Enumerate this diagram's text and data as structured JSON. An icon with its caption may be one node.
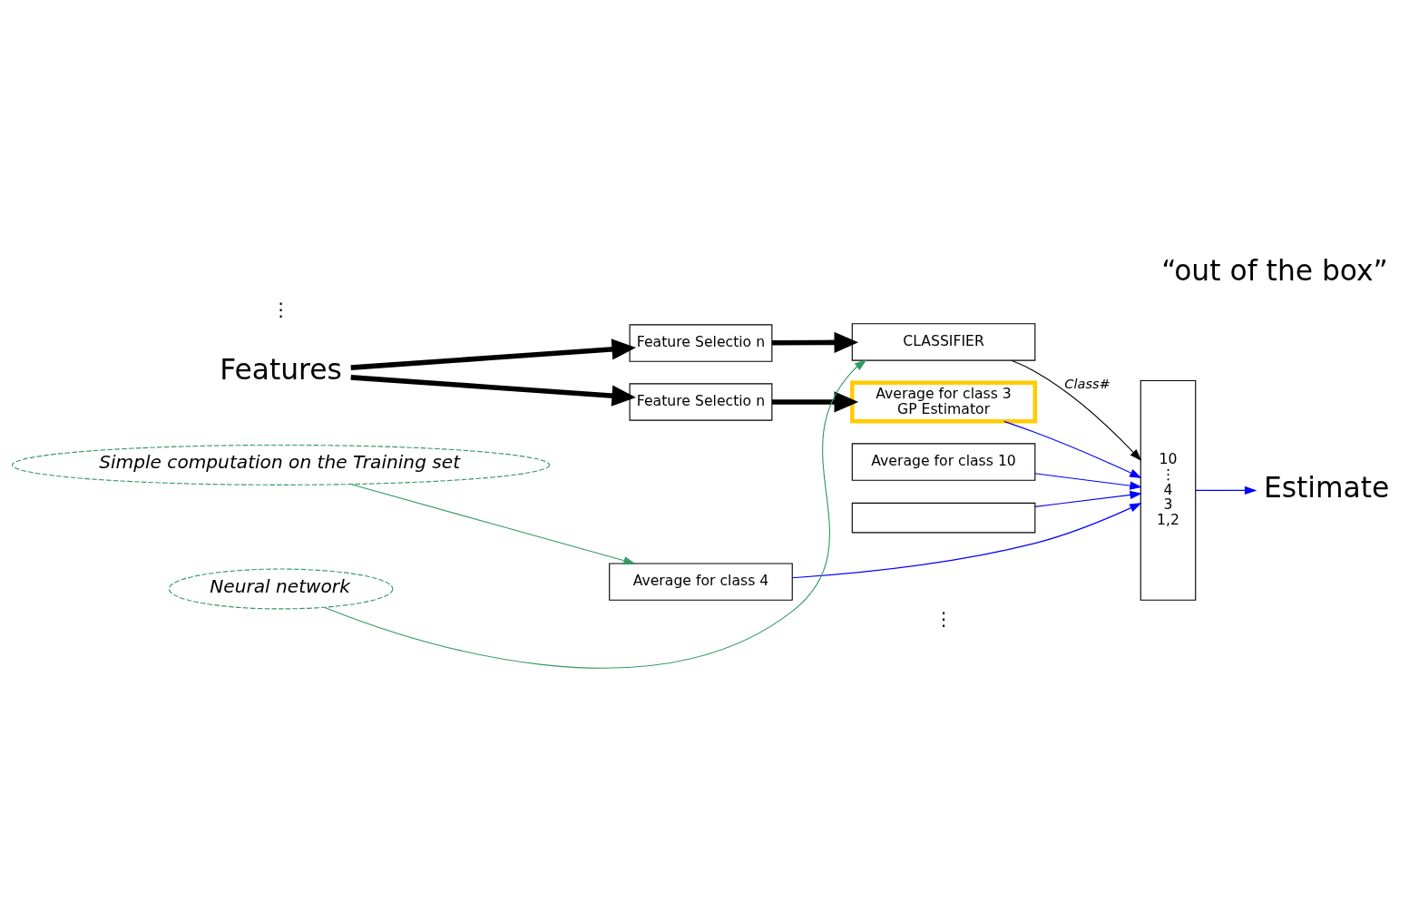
{
  "diagram": {
    "title": "“out of the box”",
    "nodes": [
      {
        "text": [
          "Features"
        ]
      },
      {
        "text": [
          "Feature Selectio n"
        ]
      },
      {
        "text": [
          "Feature Selectio n"
        ]
      },
      {
        "text": [
          "CLASSIFIER"
        ]
      },
      {
        "text": [
          "Average for class 10"
        ]
      },
      {
        "text": [],
        "shape": "box"
      },
      {
        "text": [
          "Average for class 4"
        ]
      },
      {
        "text": [
          "Average for class 3",
          "GP Estimator"
        ]
      },
      {
        "text": [
          "10",
          "⋮",
          "4",
          "3",
          "1,2"
        ]
      },
      {
        "text": [
          "Estimate"
        ]
      },
      {
        "text": [
          "Neural network"
        ]
      },
      {
        "text": [
          "Simple computation on the Training set"
        ]
      }
    ],
    "edges": [
      {
        "from": 0,
        "to": 1,
        "arrow": "to",
        "style": "thick"
      },
      {
        "from": 0,
        "to": 2,
        "arrow": "to",
        "style": "thick"
      },
      {
        "from": 1,
        "to": 3,
        "arrow": "to",
        "style": "thick"
      },
      {
        "from": 2,
        "to": 7,
        "arrow": "to",
        "style": "thick"
      },
      {
        "from": 3,
        "to": 8,
        "label": "Class#",
        "arrow": "to"
      },
      {
        "from": 4,
        "to": 8,
        "arrow": "to",
        "color": "#0000ff"
      },
      {
        "from": 5,
        "to": 8,
        "arrow": "to",
        "color": "#0000ff"
      },
      {
        "from": 6,
        "to": 8,
        "arrow": "to",
        "color": "#0000ff"
      },
      {
        "from": 7,
        "to": 8,
        "arrow": "to",
        "color": "#0000ff"
      },
      {
        "from": 8,
        "to": 9,
        "arrow": "to",
        "color": "#0000ff"
      },
      {
        "from": 10,
        "to": 3,
        "arrow": "to",
        "color": "#339966"
      },
      {
        "from": 11,
        "to": 6,
        "arrow": "to",
        "color": "#339966"
      }
    ],
    "labels": [
      "⋮",
      "⋮"
    ]
  }
}
